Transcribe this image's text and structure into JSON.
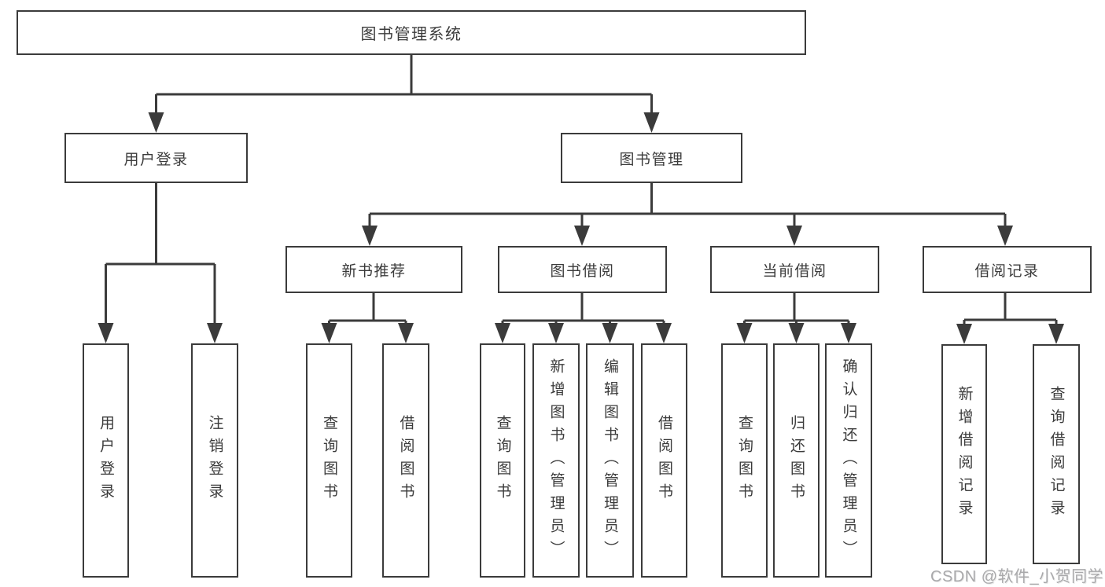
{
  "diagram": {
    "root": {
      "label": "图书管理系统"
    },
    "level2": [
      {
        "label": "用户登录"
      },
      {
        "label": "图书管理"
      }
    ],
    "level3": [
      {
        "label": "新书推荐"
      },
      {
        "label": "图书借阅"
      },
      {
        "label": "当前借阅"
      },
      {
        "label": "借阅记录"
      }
    ],
    "leaves": {
      "user_login": [
        "用户登录",
        "注销登录"
      ],
      "new_book": [
        "查询图书",
        "借阅图书"
      ],
      "book_borrow": [
        "查询图书",
        "新增图书（管理员）",
        "编辑图书（管理员）",
        "借阅图书"
      ],
      "current_borrow": [
        "查询图书",
        "归还图书",
        "确认归还（管理员）"
      ],
      "records": [
        "新增借阅记录",
        "查询借阅记录"
      ]
    },
    "watermark": "CSDN @软件_小贺同学",
    "colors": {
      "line": "#3b3b3b",
      "text": "#3b3b3b",
      "watermark": "#a9a9ab",
      "background": "#ffffff"
    }
  }
}
